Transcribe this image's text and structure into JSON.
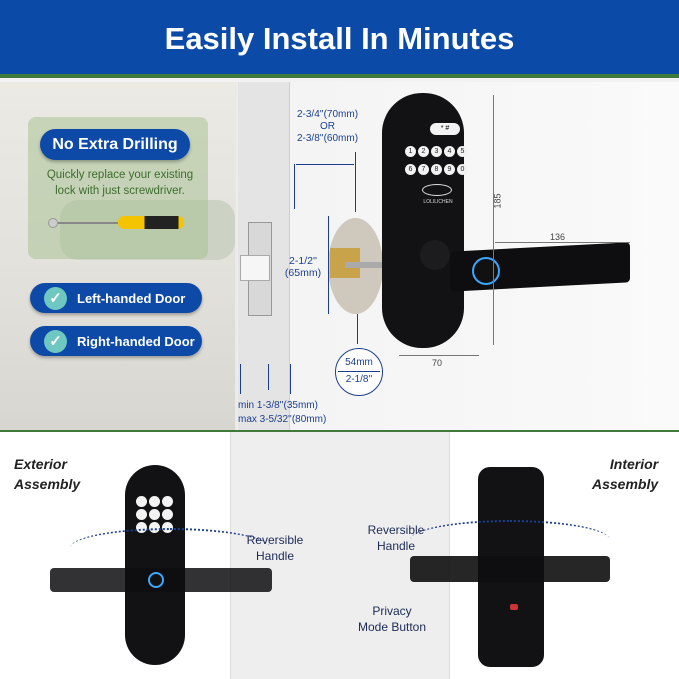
{
  "header": {
    "title": "Easily Install In Minutes"
  },
  "feature": {
    "badge": "No Extra Drilling",
    "description_line1": "Quickly replace your existing",
    "description_line2": "lock with just  screwdriver.",
    "options": [
      {
        "label": "Left-handed Door",
        "icon": "check-icon"
      },
      {
        "label": "Right-handed Door",
        "icon": "check-icon"
      }
    ]
  },
  "dimensions": {
    "backset_line1": "2-3/4''(70mm)",
    "backset_or": "OR",
    "backset_line2": "2-3/8''(60mm)",
    "bore_line1": "2-1/2''",
    "bore_line2": "(65mm)",
    "cross_bore_mm": "54mm",
    "cross_bore_in": "2-1/8''",
    "door_thickness_min": "min 1-3/8''(35mm)",
    "door_thickness_max": "max 3-5/32''(80mm)",
    "height": "185",
    "handle_length": "136",
    "width": "70"
  },
  "keypad": {
    "keys": [
      "1",
      "2",
      "3",
      "4",
      "5",
      "6",
      "7",
      "8",
      "9",
      "0"
    ],
    "function_keys": [
      "*",
      "#"
    ]
  },
  "brand": {
    "name": "LOLILICHEN"
  },
  "assembly": {
    "exterior_line1": "Exterior",
    "exterior_line2": "Assembly",
    "interior_line1": "Interior",
    "interior_line2": "Assembly",
    "reversible_left_line1": "Reversible",
    "reversible_left_line2": "Handle",
    "reversible_right_line1": "Reversible",
    "reversible_right_line2": "Handle",
    "privacy_line1": "Privacy",
    "privacy_line2": "Mode Button"
  },
  "colors": {
    "header": "#0b4aa6",
    "accent_green": "#3f7a3a",
    "dimension_blue": "#1b3f8f",
    "check": "#6fc7c2"
  }
}
